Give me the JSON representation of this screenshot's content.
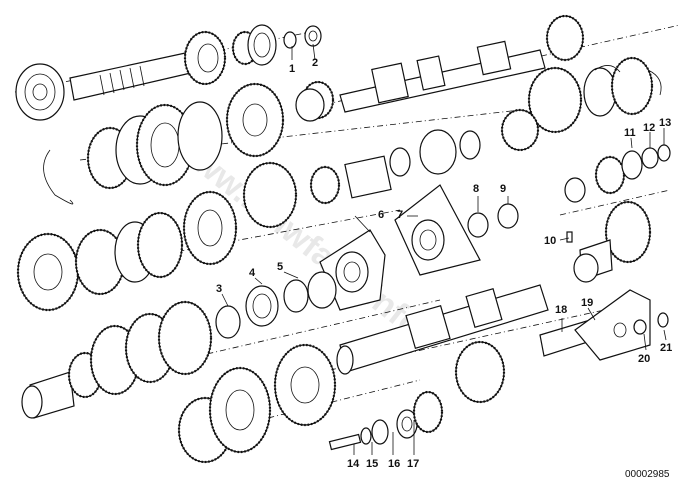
{
  "diagram": {
    "callouts": [
      "1",
      "2",
      "3",
      "4",
      "5",
      "6",
      "7",
      "8",
      "9",
      "10",
      "11",
      "12",
      "13",
      "14",
      "15",
      "16",
      "17",
      "18",
      "19",
      "20",
      "21"
    ],
    "drawing_number": "00002985",
    "watermark": "www.bmwfans.info"
  }
}
